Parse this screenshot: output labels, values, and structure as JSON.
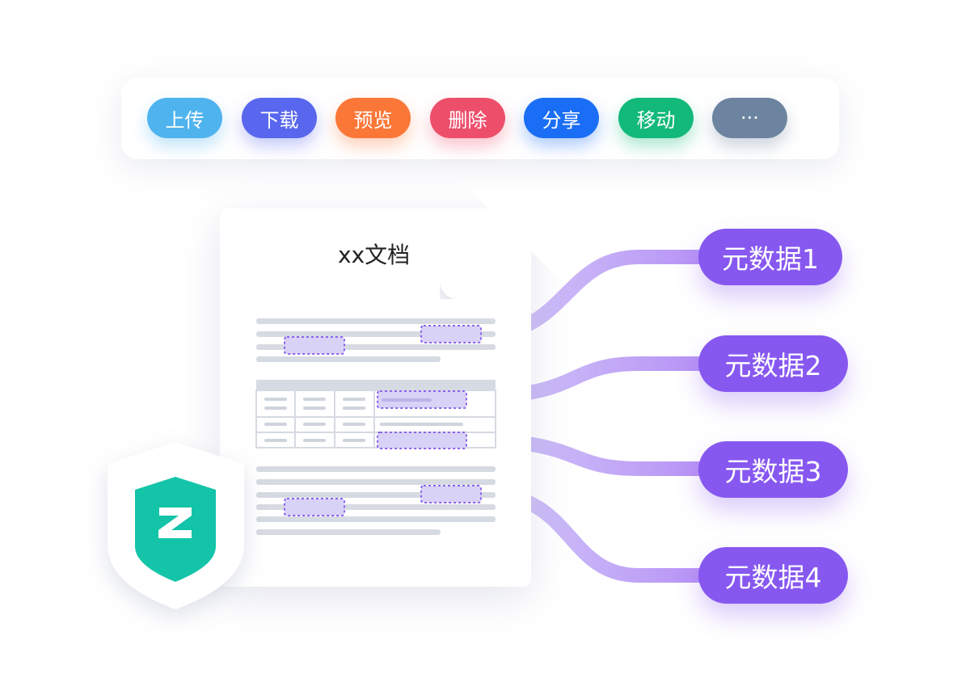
{
  "toolbar": {
    "buttons": [
      {
        "label": "上传",
        "color": "#4fb3ee"
      },
      {
        "label": "下载",
        "color": "#5867ee"
      },
      {
        "label": "预览",
        "color": "#fb7738"
      },
      {
        "label": "删除",
        "color": "#ed4f6b"
      },
      {
        "label": "分享",
        "color": "#1a6ef5"
      },
      {
        "label": "移动",
        "color": "#13b97a"
      },
      {
        "label": "···",
        "color": "#6c84a0"
      }
    ]
  },
  "document": {
    "title": "xx文档"
  },
  "metadata": {
    "items": [
      {
        "label": "元数据1"
      },
      {
        "label": "元数据2"
      },
      {
        "label": "元数据3"
      },
      {
        "label": "元数据4"
      }
    ],
    "color": "#8758f0"
  },
  "shield": {
    "icon": "shield-z-icon",
    "letter": "Z",
    "color": "#13c4a9"
  }
}
